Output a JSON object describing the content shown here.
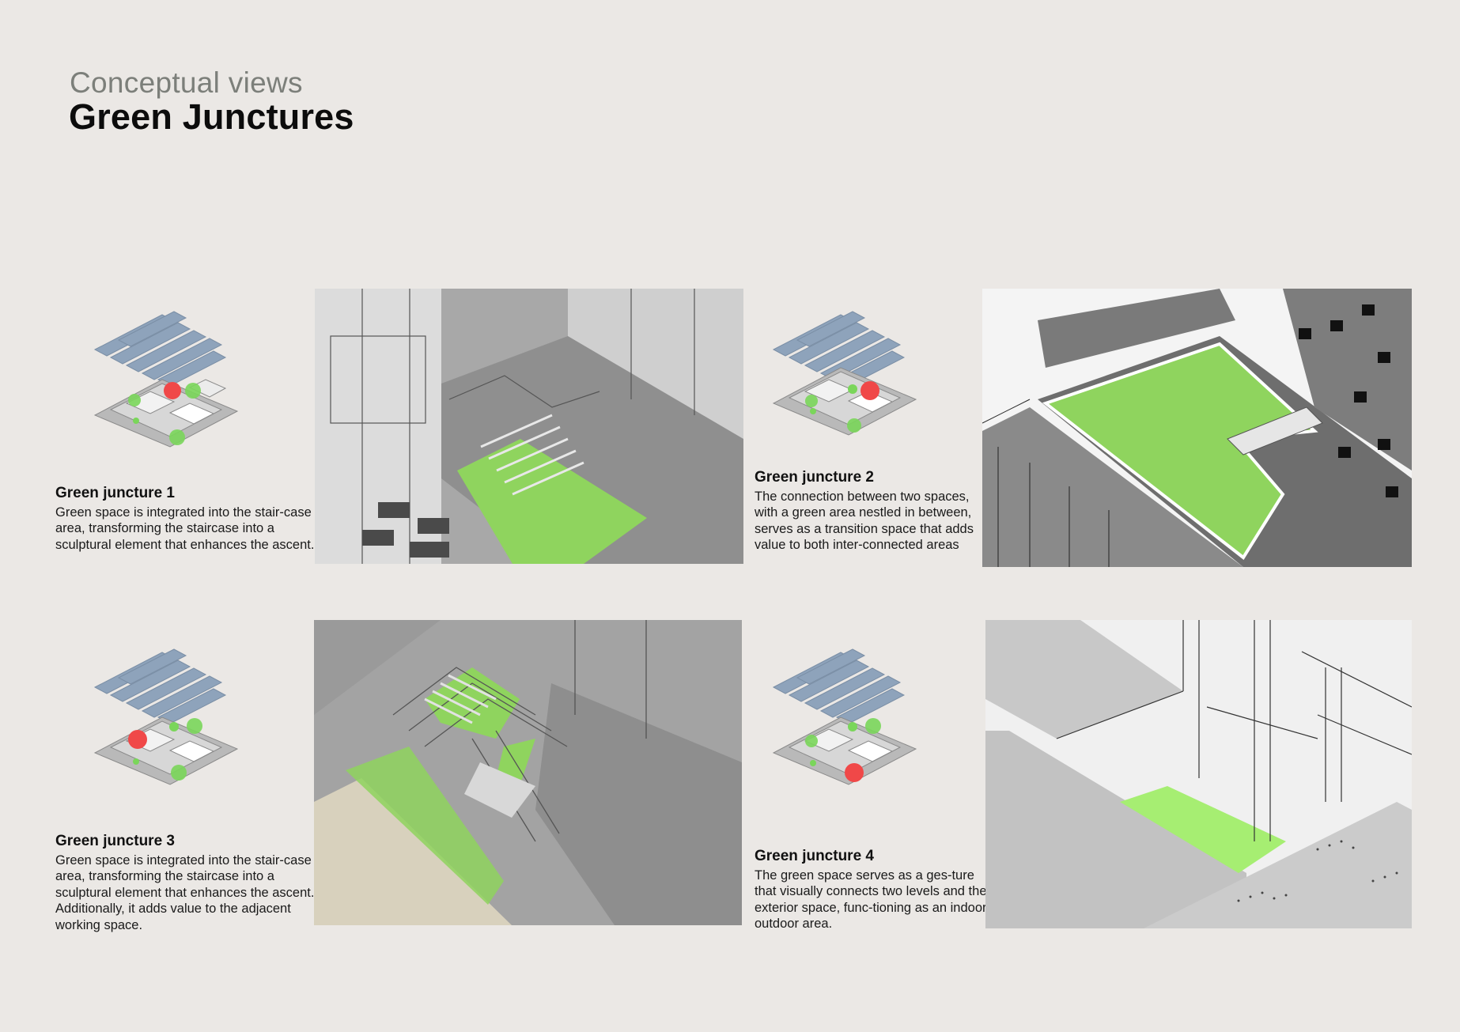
{
  "header": {
    "eyebrow": "Conceptual views",
    "title": "Green Junctures"
  },
  "colors": {
    "background": "#ebe8e5",
    "green": "#8fd45e",
    "red_marker": "#f04848",
    "blue_layer": "#8ea3bb",
    "grey_render": "#9e9e9e"
  },
  "junctures": [
    {
      "title": "Green juncture 1",
      "text": "Green space is integrated into the stair-case area, transforming the staircase into a sculptural element that enhances the ascent."
    },
    {
      "title": "Green juncture 2",
      "text": "The connection between two spaces, with a green area nestled in between, serves as a transition space that adds value to both inter-connected areas"
    },
    {
      "title": "Green juncture 3",
      "text": "Green space is integrated into the stair-case area, transforming the staircase into a sculptural element that enhances the ascent. Additionally, it adds value to the adjacent working space."
    },
    {
      "title": "Green juncture 4",
      "text": "The green space serves as a ges-ture that visually connects two levels and the exterior space, func-tioning as an indoor-outdoor area."
    }
  ]
}
